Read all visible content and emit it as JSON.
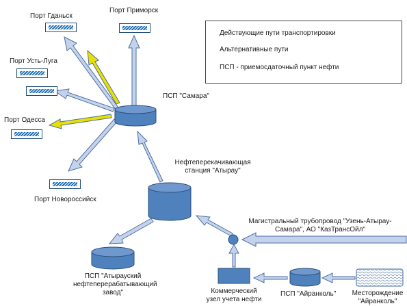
{
  "ports": {
    "gdansk": "Порт Гданьск",
    "primorsk": "Порт Приморск",
    "ust_luga": "Порт Усть-Луга",
    "odessa": "Порт Одесса",
    "novorossiysk": "Порт Новороссийск"
  },
  "nodes": {
    "psp_samara": "ПСП \"Самара\"",
    "atyrau_station_line1": "Нефтеперекачивающая",
    "atyrau_station_line2": "станция \"Атырау\"",
    "refinery_line1": "ПСП \"Атырауский",
    "refinery_line2": "нефтеперерабатывающий",
    "refinery_line3": "завод\"",
    "pipeline_line1": "Магистральный трубопровод \"Узень-Атырау-",
    "pipeline_line2": "Самара\", АО \"КазТрансОйл\"",
    "metering_line1": "Коммерческий",
    "metering_line2": "узел учета нефти",
    "psp_airankol": "ПСП \"Айранколь\"",
    "field_line1": "Месторождение",
    "field_line2": "\"Айранколь\""
  },
  "legend": {
    "active": "Действующие пути транспортировки",
    "alternative": "Альтернативные пути",
    "psp_note": "ПСП - приемосдаточный пункт нефти"
  },
  "colors": {
    "arrow_active_fill": "#c5d3ea",
    "arrow_outline": "#4a6fa5",
    "arrow_alternative_fill": "#e9e000",
    "tank_fill": "#4f81bd",
    "tank_outline": "#2a4d7a"
  }
}
